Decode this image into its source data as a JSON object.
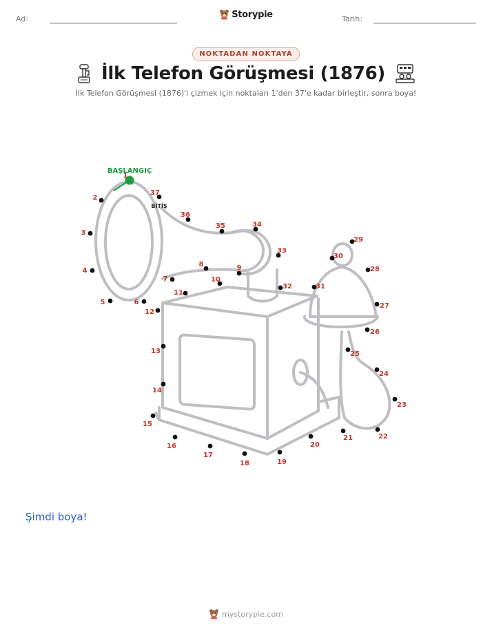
{
  "header": {
    "name_label": "Ad:",
    "date_label": "Tarih:",
    "brand_name": "Storypie"
  },
  "badge": "NOKTADAN NOKTAYA",
  "title": "İlk Telefon Görüşmesi (1876)",
  "subtitle": "İlk Telefon Görüşmesi (1876)'i çizmek için noktaları 1'den 37'e kadar birleştir, sonra boya!",
  "puzzle": {
    "start_label": "BAŞLANGIÇ",
    "end_label": "BİTİŞ",
    "number_color": "#c0392b",
    "start_color": "#1e9e3e",
    "outline_color": "#bfbfc3",
    "dots": [
      {
        "n": "1"
      },
      {
        "n": "2"
      },
      {
        "n": "3"
      },
      {
        "n": "4"
      },
      {
        "n": "5"
      },
      {
        "n": "6"
      },
      {
        "n": "7"
      },
      {
        "n": "8"
      },
      {
        "n": "9"
      },
      {
        "n": "10"
      },
      {
        "n": "11"
      },
      {
        "n": "12"
      },
      {
        "n": "13"
      },
      {
        "n": "14"
      },
      {
        "n": "15"
      },
      {
        "n": "16"
      },
      {
        "n": "17"
      },
      {
        "n": "18"
      },
      {
        "n": "19"
      },
      {
        "n": "20"
      },
      {
        "n": "21"
      },
      {
        "n": "22"
      },
      {
        "n": "23"
      },
      {
        "n": "24"
      },
      {
        "n": "25"
      },
      {
        "n": "26"
      },
      {
        "n": "27"
      },
      {
        "n": "28"
      },
      {
        "n": "29"
      },
      {
        "n": "30"
      },
      {
        "n": "31"
      },
      {
        "n": "32"
      },
      {
        "n": "33"
      },
      {
        "n": "34"
      },
      {
        "n": "35"
      },
      {
        "n": "36"
      },
      {
        "n": "37"
      }
    ]
  },
  "color_prompt": "Şimdi boya!",
  "footer": {
    "url": "mystorypie.com"
  }
}
